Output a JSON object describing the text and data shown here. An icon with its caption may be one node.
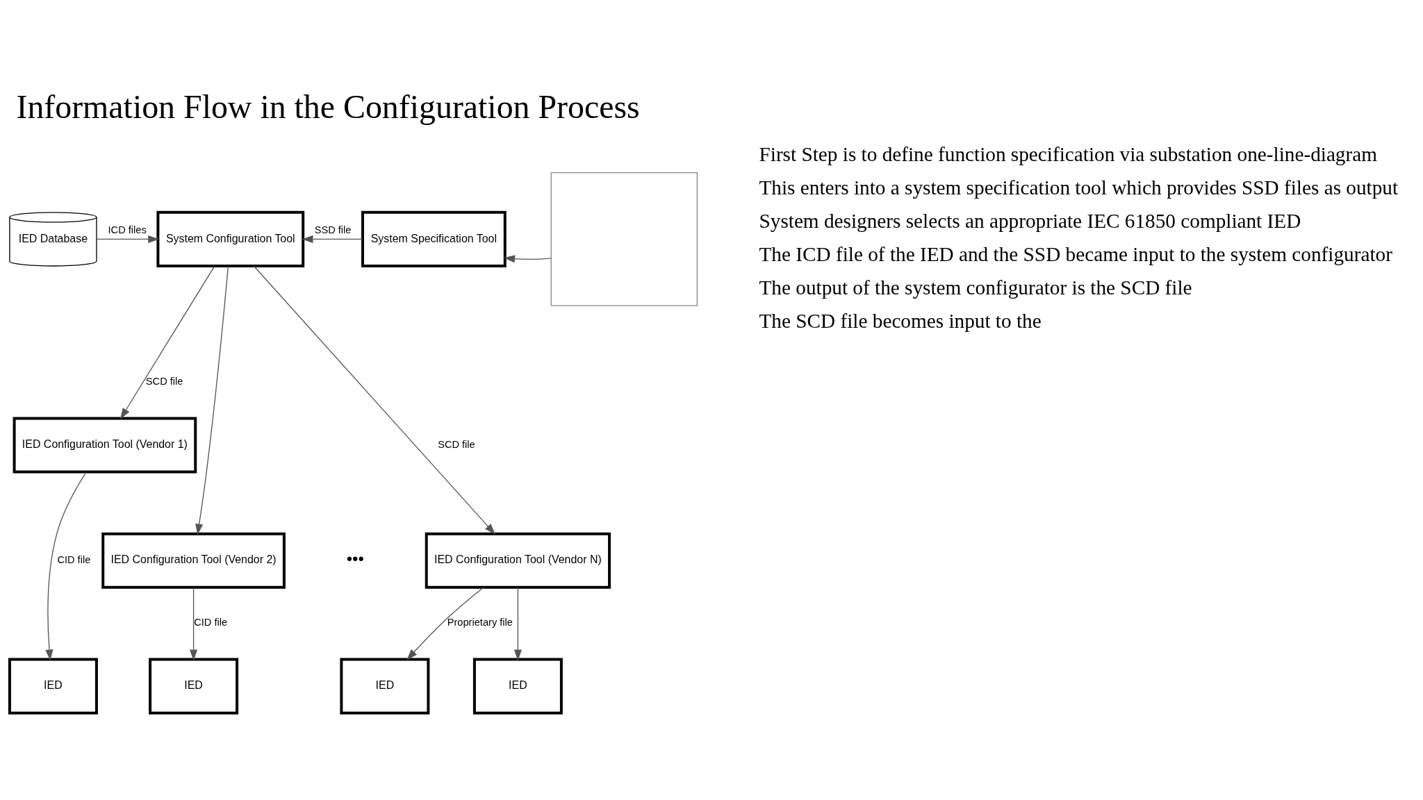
{
  "diagram": {
    "title": "Information Flow in the Configuration Process",
    "nodes": [
      {
        "text": [
          "IED Database"
        ]
      },
      {
        "text": [
          "System Configuration Tool"
        ]
      },
      {
        "text": [
          "System Specification Tool"
        ]
      },
      {
        "text": [],
        "shape": "box"
      },
      {
        "text": [
          "IED Configuration Tool (Vendor 1)"
        ]
      },
      {
        "text": [
          "IED Configuration Tool (Vendor 2)"
        ]
      },
      {
        "text": [
          "IED Configuration Tool (Vendor N)"
        ]
      },
      {
        "text": [
          "IED"
        ]
      },
      {
        "text": [
          "IED"
        ]
      },
      {
        "text": [
          "IED"
        ]
      },
      {
        "text": [
          "IED"
        ]
      }
    ],
    "edges": [
      {
        "from": 0,
        "to": 1,
        "arrow": "to",
        "label": "ICD files"
      },
      {
        "from": 2,
        "to": 1,
        "arrow": "to",
        "label": "SSD file"
      },
      {
        "from": 3,
        "to": 2,
        "arrow": "to"
      },
      {
        "from": 1,
        "to": 4,
        "arrow": "to",
        "label": "SCD file"
      },
      {
        "from": 1,
        "to": 5,
        "arrow": "to"
      },
      {
        "from": 1,
        "to": 6,
        "arrow": "to",
        "label": "SCD file"
      },
      {
        "from": 4,
        "to": 7,
        "arrow": "to",
        "label": "CID file"
      },
      {
        "from": 5,
        "to": 8,
        "arrow": "to",
        "label": "CID file"
      },
      {
        "from": 6,
        "to": 9,
        "arrow": "to",
        "label": "Proprietary file"
      },
      {
        "from": 6,
        "to": 10,
        "arrow": "to"
      }
    ],
    "labels": [
      "•••",
      "First Step is to define function specification via substation one-line-diagram",
      "This enters into a system specification tool which provides SSD files as output",
      "System designers selects an appropriate IEC 61850 compliant IED",
      "The ICD file of the IED and the SSD became input to the system configurator",
      "The output of the system configurator is the SCD file",
      "The SCD file becomes input to the"
    ]
  }
}
